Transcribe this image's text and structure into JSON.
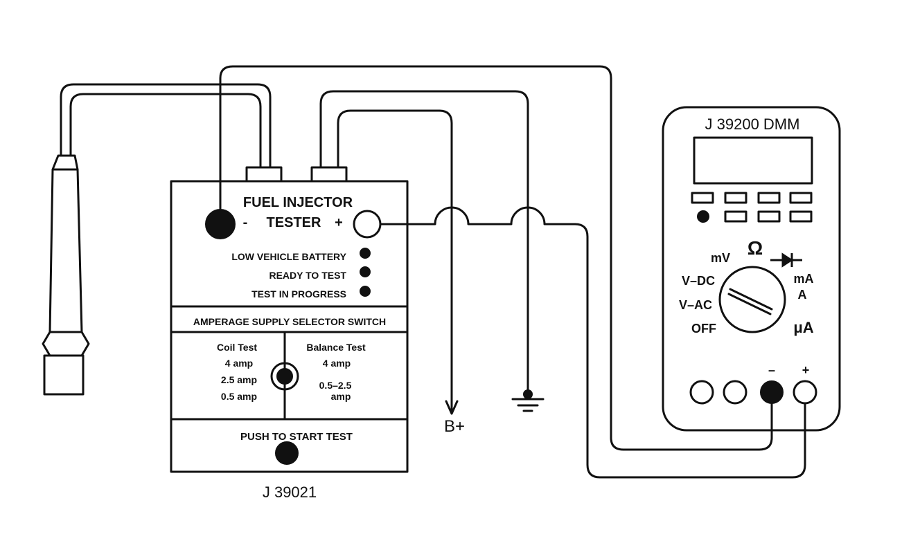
{
  "tester": {
    "title_line1": "FUEL INJECTOR",
    "title_line2": "TESTER",
    "neg_sign": "-",
    "pos_sign": "+",
    "indicators": [
      "LOW VEHICLE BATTERY",
      "READY TO TEST",
      "TEST IN PROGRESS"
    ],
    "selector_title": "AMPERAGE SUPPLY SELECTOR SWITCH",
    "coil_heading": "Coil Test",
    "coil_options": [
      "4 amp",
      "2.5 amp",
      "0.5 amp"
    ],
    "balance_heading": "Balance Test",
    "balance_options": [
      "4 amp",
      "0.5–2.5",
      "amp"
    ],
    "push_label": "PUSH TO START TEST",
    "model": "J 39021"
  },
  "dmm": {
    "title": "J 39200 DMM",
    "mv": "mV",
    "ohm": "Ω",
    "vdc": "V–DC",
    "vac": "V–AC",
    "off": "OFF",
    "ma": "mA",
    "a": "A",
    "ua": "μA",
    "neg": "–",
    "pos": "+"
  },
  "battery_label": "B+"
}
